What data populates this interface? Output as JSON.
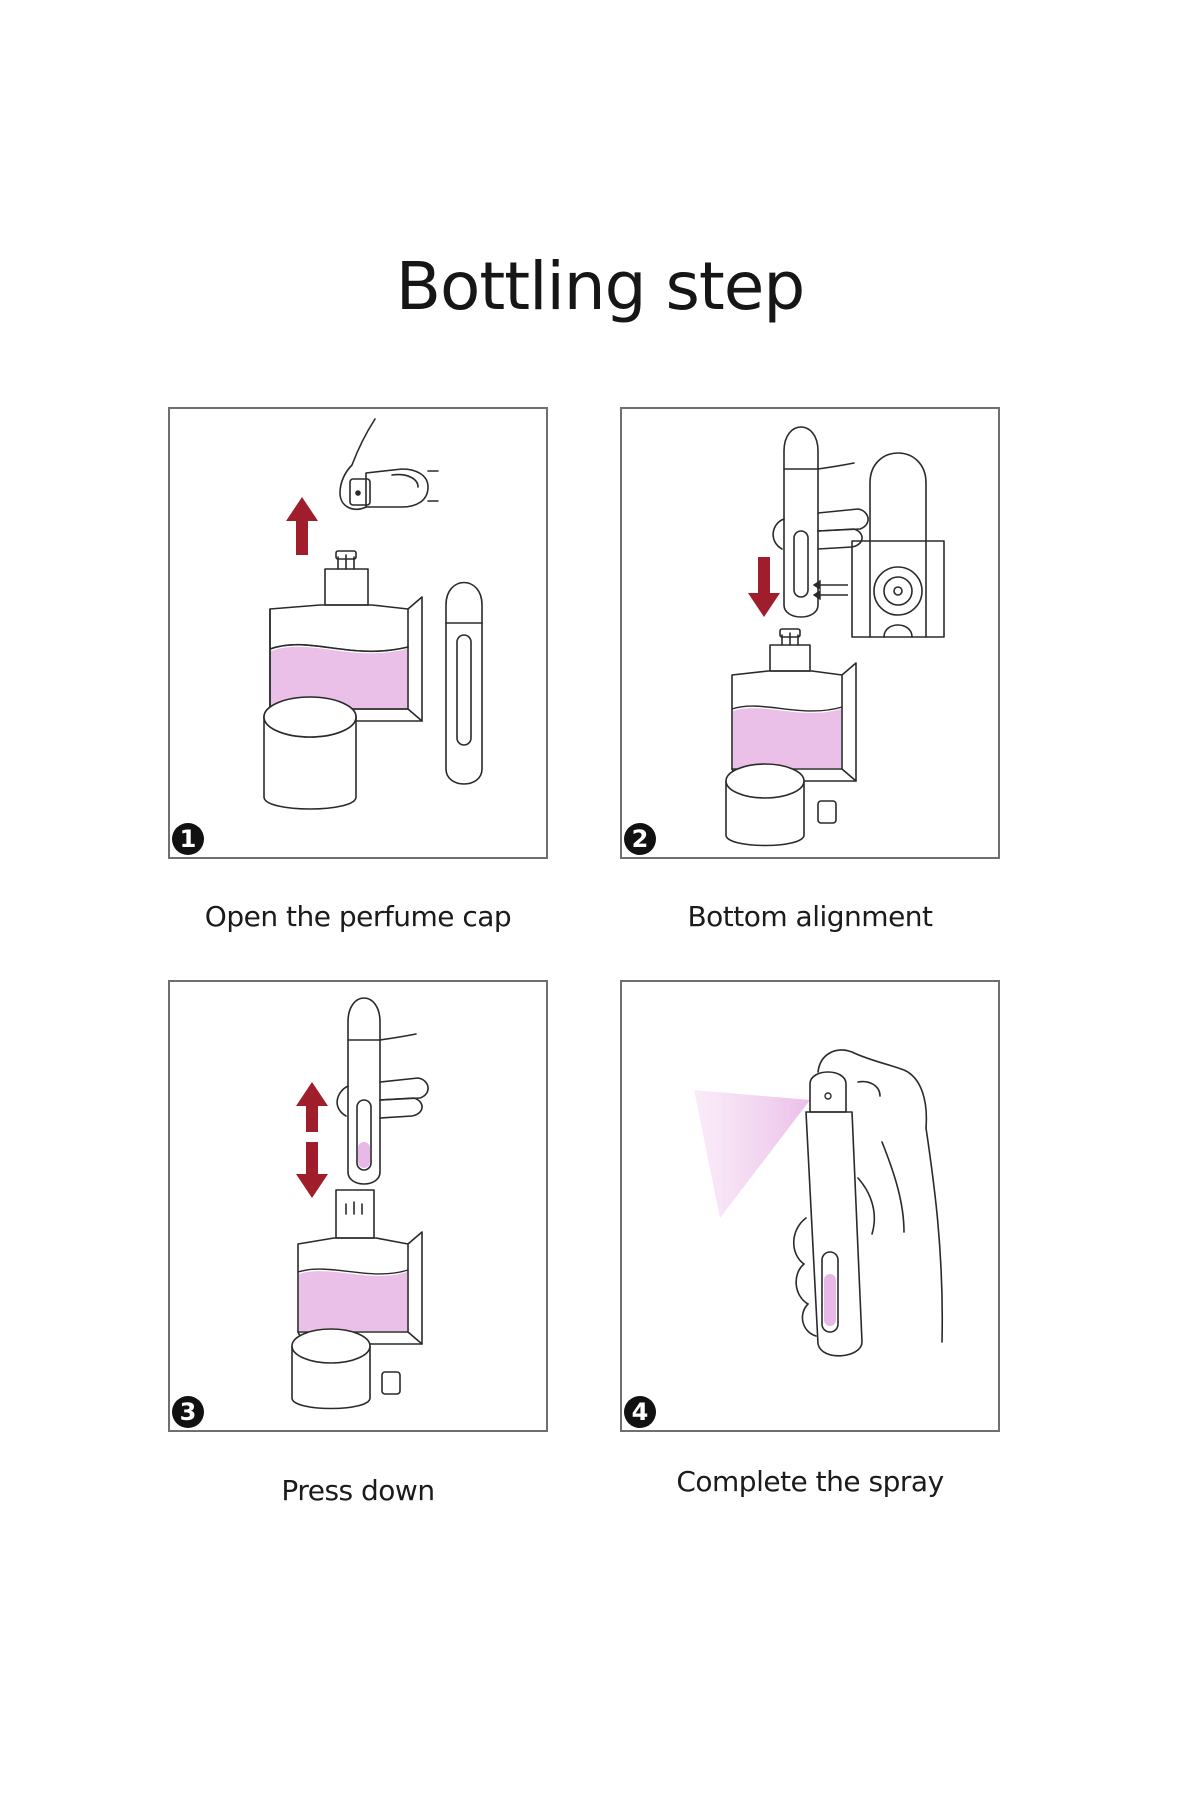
{
  "title": "Bottling step",
  "steps": [
    {
      "number": "1",
      "caption": "Open the perfume cap"
    },
    {
      "number": "2",
      "caption": "Bottom alignment"
    },
    {
      "number": "3",
      "caption": "Press down"
    },
    {
      "number": "4",
      "caption": "Complete the spray"
    }
  ],
  "colors": {
    "arrow": "#a01e2c",
    "liquid": "#e8b8e6",
    "line": "#2a2a2a",
    "frame": "#6f6f6f"
  },
  "icons": [
    "up-arrow-icon",
    "down-arrow-icon",
    "up-down-arrow-icon",
    "perfume-bottle-icon",
    "atomizer-icon",
    "hand-icon",
    "spray-mist-icon"
  ]
}
